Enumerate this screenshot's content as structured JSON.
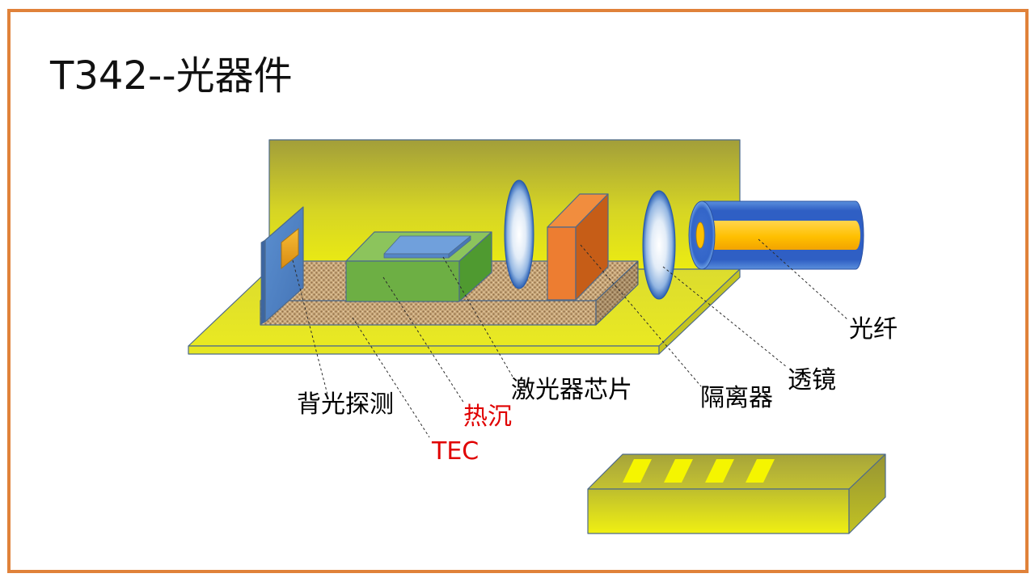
{
  "slide": {
    "title": "T342--光器件"
  },
  "diagram": {
    "labels": {
      "back_light_detector": "背光探测",
      "tec": "TEC",
      "heat_sink": "热沉",
      "laser_chip": "激光器芯片",
      "isolator": "隔离器",
      "lens": "透镜",
      "fiber": "光纤"
    }
  },
  "colors": {
    "frame": "#E0823A",
    "emphasis_label": "#E00000",
    "label": "#000000"
  }
}
